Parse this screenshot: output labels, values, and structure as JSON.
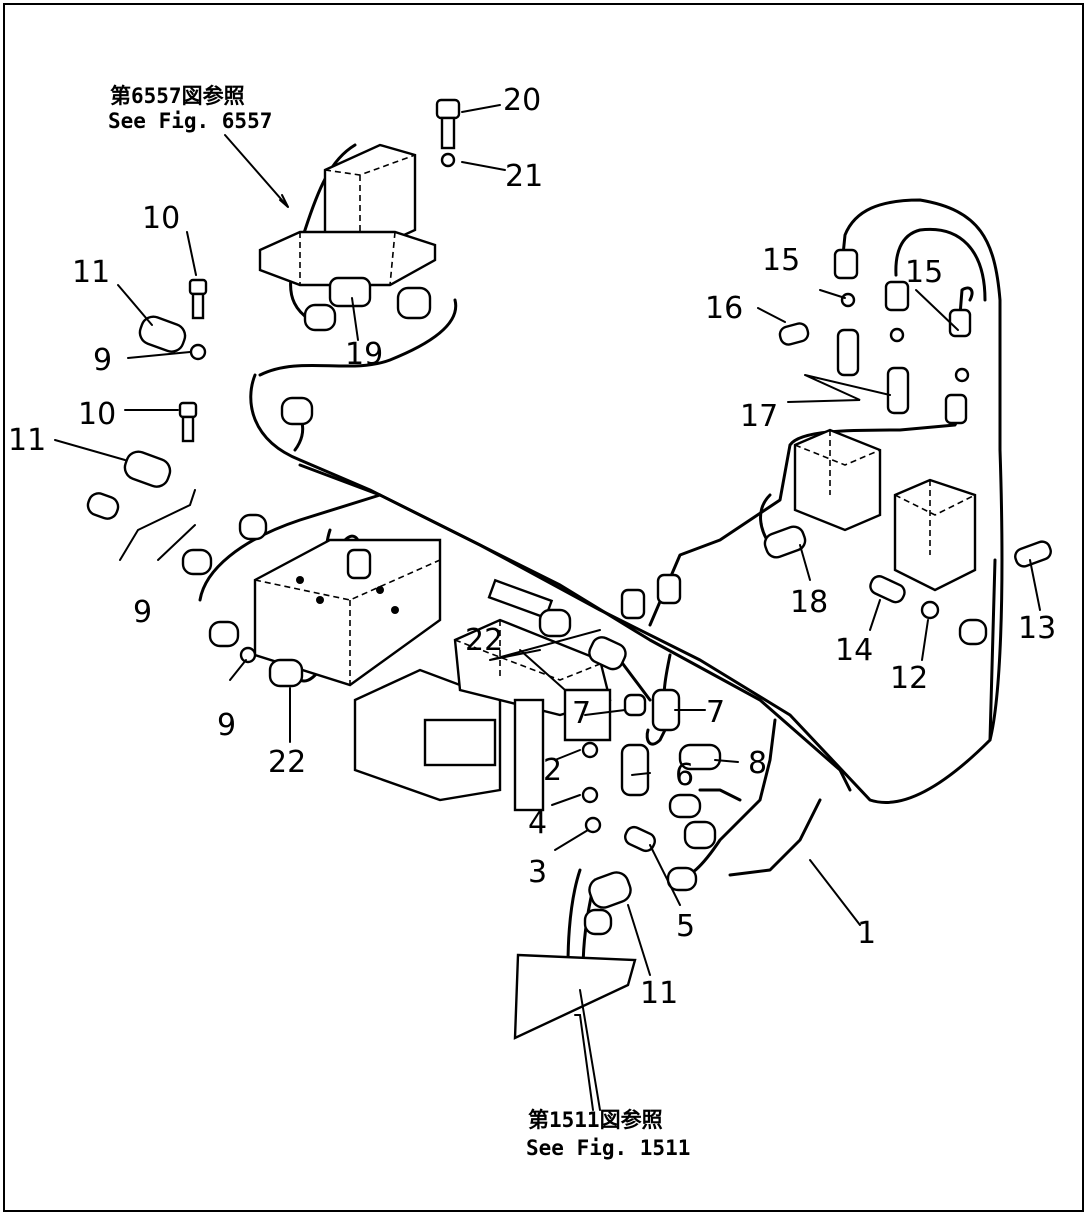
{
  "references": {
    "top": {
      "jp": "第6557図参照",
      "en": "See Fig. 6557"
    },
    "bottom": {
      "jp": "第1511図参照",
      "en": "See Fig. 1511"
    }
  },
  "callouts": [
    {
      "id": "c20",
      "text": "20"
    },
    {
      "id": "c21",
      "text": "21"
    },
    {
      "id": "c19",
      "text": "19"
    },
    {
      "id": "c10a",
      "text": "10"
    },
    {
      "id": "c11a",
      "text": "11"
    },
    {
      "id": "c9a",
      "text": "9"
    },
    {
      "id": "c10b",
      "text": "10"
    },
    {
      "id": "c11b",
      "text": "11"
    },
    {
      "id": "c9b",
      "text": "9"
    },
    {
      "id": "c9c",
      "text": "9"
    },
    {
      "id": "c22a",
      "text": "22"
    },
    {
      "id": "c22b",
      "text": "22"
    },
    {
      "id": "c7a",
      "text": "7"
    },
    {
      "id": "c7b",
      "text": "7"
    },
    {
      "id": "c2",
      "text": "2"
    },
    {
      "id": "c4",
      "text": "4"
    },
    {
      "id": "c3",
      "text": "3"
    },
    {
      "id": "c6",
      "text": "6"
    },
    {
      "id": "c8",
      "text": "8"
    },
    {
      "id": "c5",
      "text": "5"
    },
    {
      "id": "c11c",
      "text": "11"
    },
    {
      "id": "c1",
      "text": "1"
    },
    {
      "id": "c15a",
      "text": "15"
    },
    {
      "id": "c15b",
      "text": "15"
    },
    {
      "id": "c16",
      "text": "16"
    },
    {
      "id": "c17",
      "text": "17"
    },
    {
      "id": "c18",
      "text": "18"
    },
    {
      "id": "c14",
      "text": "14"
    },
    {
      "id": "c12",
      "text": "12"
    },
    {
      "id": "c13",
      "text": "13"
    }
  ]
}
